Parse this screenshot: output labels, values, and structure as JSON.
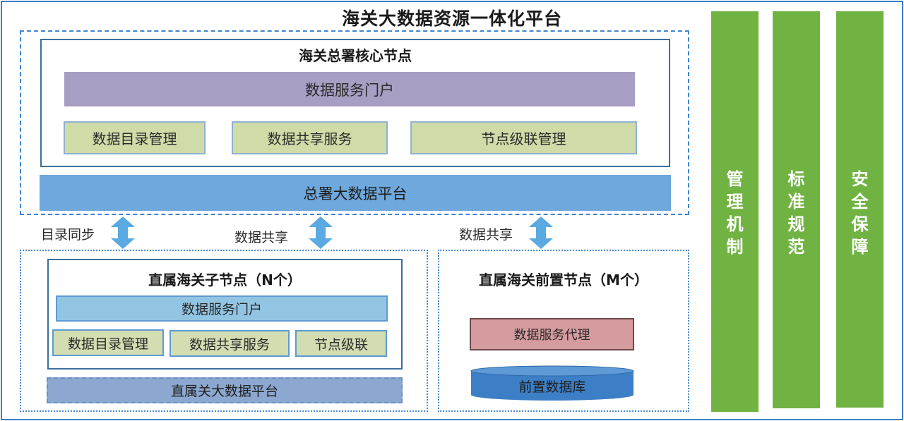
{
  "title": "海关大数据资源一体化平台",
  "headquarters": {
    "core_title": "海关总署核心节点",
    "portal": "数据服务门户",
    "modules": [
      "数据目录管理",
      "数据共享服务",
      "节点级联管理"
    ],
    "platform": "总署大数据平台"
  },
  "links": [
    "目录同步",
    "数据共享",
    "数据共享"
  ],
  "subordinate": {
    "core_title": "直属海关子节点（N个）",
    "portal": "数据服务门户",
    "modules": [
      "数据目录管理",
      "数据共享服务",
      "节点级联"
    ],
    "platform": "直属关大数据平台"
  },
  "frontend": {
    "title": "直属海关前置节点（M个）",
    "proxy": "数据服务代理",
    "database": "前置数据库"
  },
  "side_columns": [
    [
      "管",
      "理",
      "机",
      "制"
    ],
    [
      "标",
      "准",
      "规",
      "范"
    ],
    [
      "安",
      "全",
      "保",
      "障"
    ]
  ],
  "colors": {
    "frame": "#3a7ec4",
    "portal_purple": "#a89ec4",
    "module_green": "#cfdca8",
    "platform_blue": "#6ea8dc",
    "arrow_blue": "#5aa9e0",
    "column_green": "#71b343",
    "proxy_red": "#d69b9e"
  }
}
